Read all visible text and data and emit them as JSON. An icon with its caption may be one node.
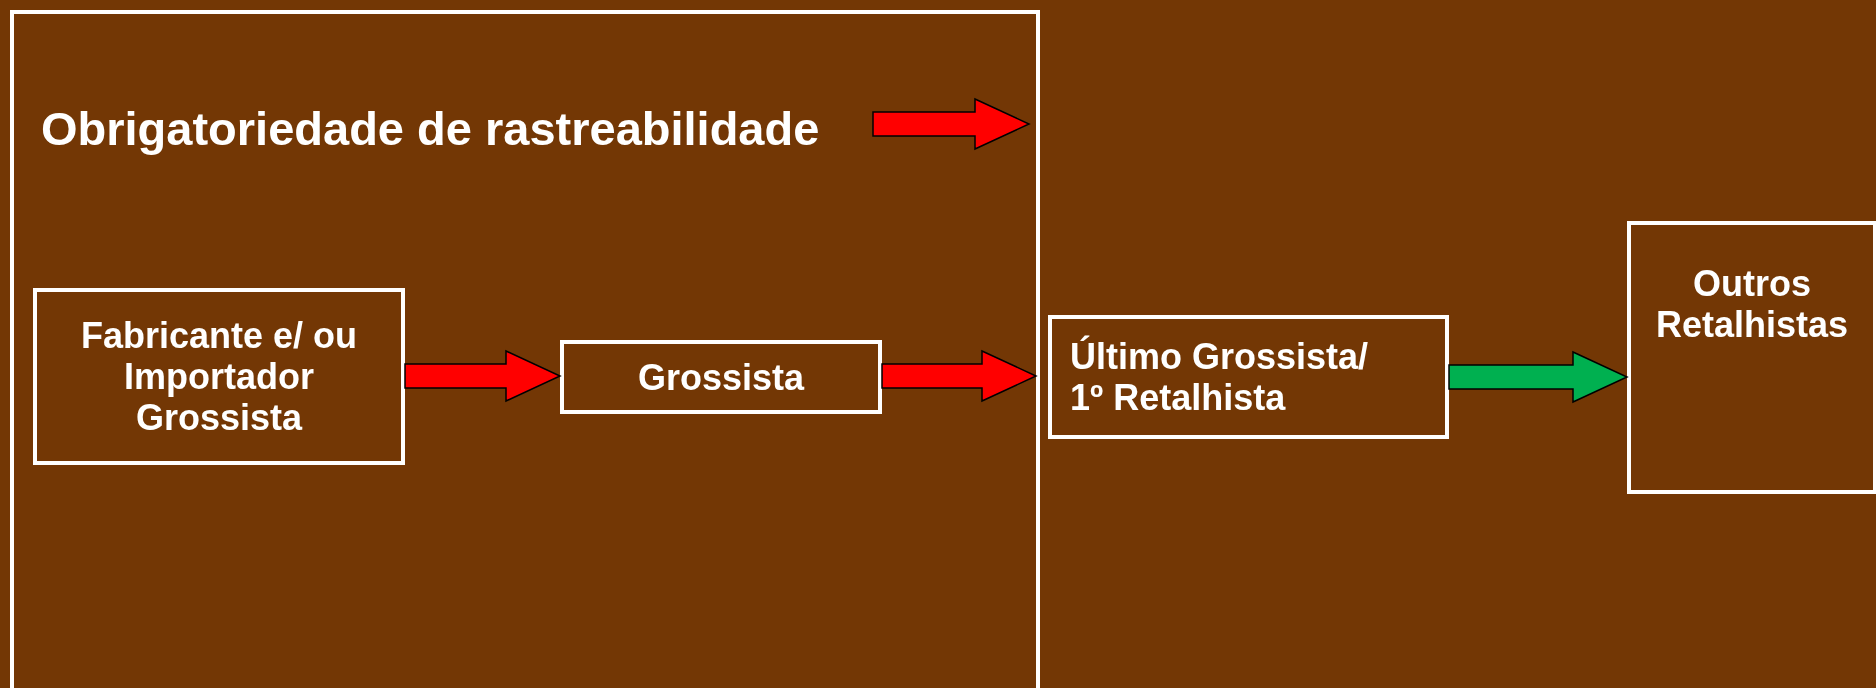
{
  "diagram": {
    "nodes": [
      {
        "text": [
          "Obrigatoriedade de rastreabilidade"
        ]
      },
      {
        "text": [
          "Fabricante e/ ou Importador Grossista"
        ],
        "in": 0
      },
      {
        "text": [
          "Grossista"
        ],
        "in": 0
      },
      {
        "text": [
          "Último Grossista/ 1º Retalhista"
        ]
      },
      {
        "text": [
          "Outros Retalhistas"
        ]
      }
    ],
    "edges": [
      {
        "from": 1,
        "to": 2,
        "arrow": "to"
      },
      {
        "from": 2,
        "to": 3,
        "arrow": "to"
      },
      {
        "from": 3,
        "to": 4,
        "arrow": "to",
        "color": "#00b050"
      }
    ]
  }
}
